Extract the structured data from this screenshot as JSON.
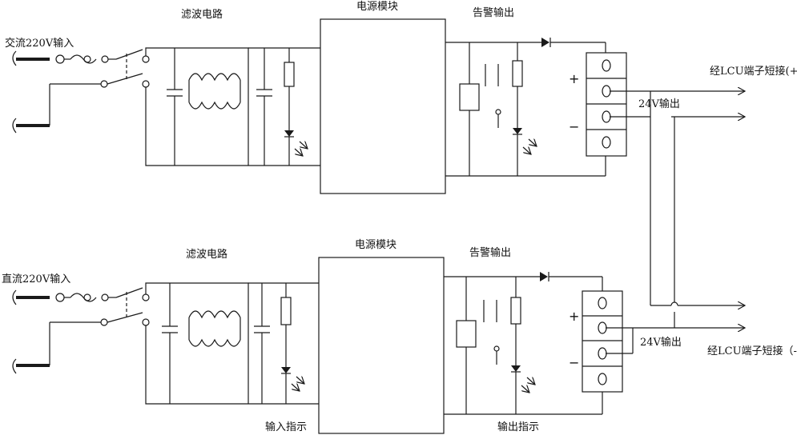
{
  "upper": {
    "input_label": "交流220V输入",
    "filter_label": "滤波电路",
    "module_label": "电源模块",
    "alarm_label": "告警输出",
    "plus": "+",
    "minus": "−",
    "out_label": "24V输出",
    "lcu_label": "经LCU端子短接(+)"
  },
  "lower": {
    "input_label": "直流220V输入",
    "filter_label": "滤波电路",
    "module_label": "电源模块",
    "alarm_label": "告警输出",
    "plus": "+",
    "minus": "−",
    "out_label": "24V输出",
    "lcu_label": "经LCU端子短接（-）",
    "input_indicator_label": "输入指示",
    "output_indicator_label": "输出指示"
  }
}
